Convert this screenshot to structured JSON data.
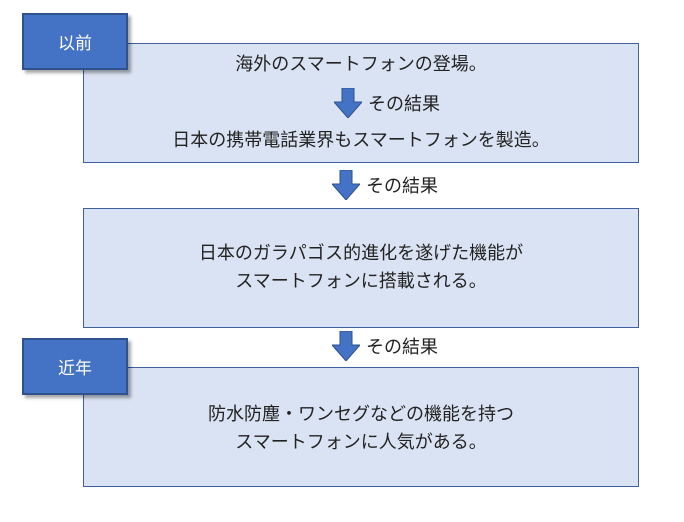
{
  "tags": {
    "before": "以前",
    "recent": "近年"
  },
  "box1": {
    "line1": "海外のスマートフォンの登場。",
    "inner_arrow_label": "その結果",
    "line2": "日本の携帯電話業界もスマートフォンを製造。"
  },
  "arrow1_label": "その結果",
  "box2": {
    "line1": "日本のガラパゴス的進化を遂げた機能が",
    "line2": "スマートフォンに搭載される。"
  },
  "arrow2_label": "その結果",
  "box3": {
    "line1": "防水防塵・ワンセグなどの機能を持つ",
    "line2": "スマートフォンに人気がある。"
  },
  "colors": {
    "box_fill": "#dae3f3",
    "box_border": "#41609e",
    "tag_fill": "#4472c4",
    "arrow_fill": "#4472c4"
  }
}
